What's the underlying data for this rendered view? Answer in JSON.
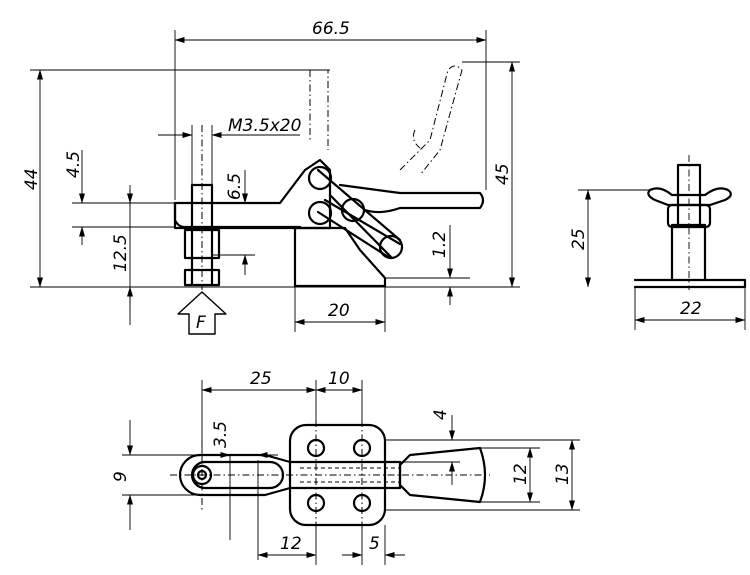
{
  "dimensions": {
    "front_width": "66.5",
    "screw_label": "M3.5x20",
    "front_height": "44",
    "handle_height": "45",
    "spindle_offset": "4.5",
    "spindle_height": "6.5",
    "spindle_base": "12.5",
    "base_thickness": "1.2",
    "base_width": "20",
    "force_label": "F",
    "side_height": "25",
    "side_width": "22",
    "top_dim_25": "25",
    "top_dim_10": "10",
    "top_dim_4": "4",
    "top_dim_3_5": "3.5",
    "top_dim_9": "9",
    "top_dim_12_right": "12",
    "top_dim_13": "13",
    "top_dim_12_bottom": "12",
    "top_dim_5": "5"
  }
}
